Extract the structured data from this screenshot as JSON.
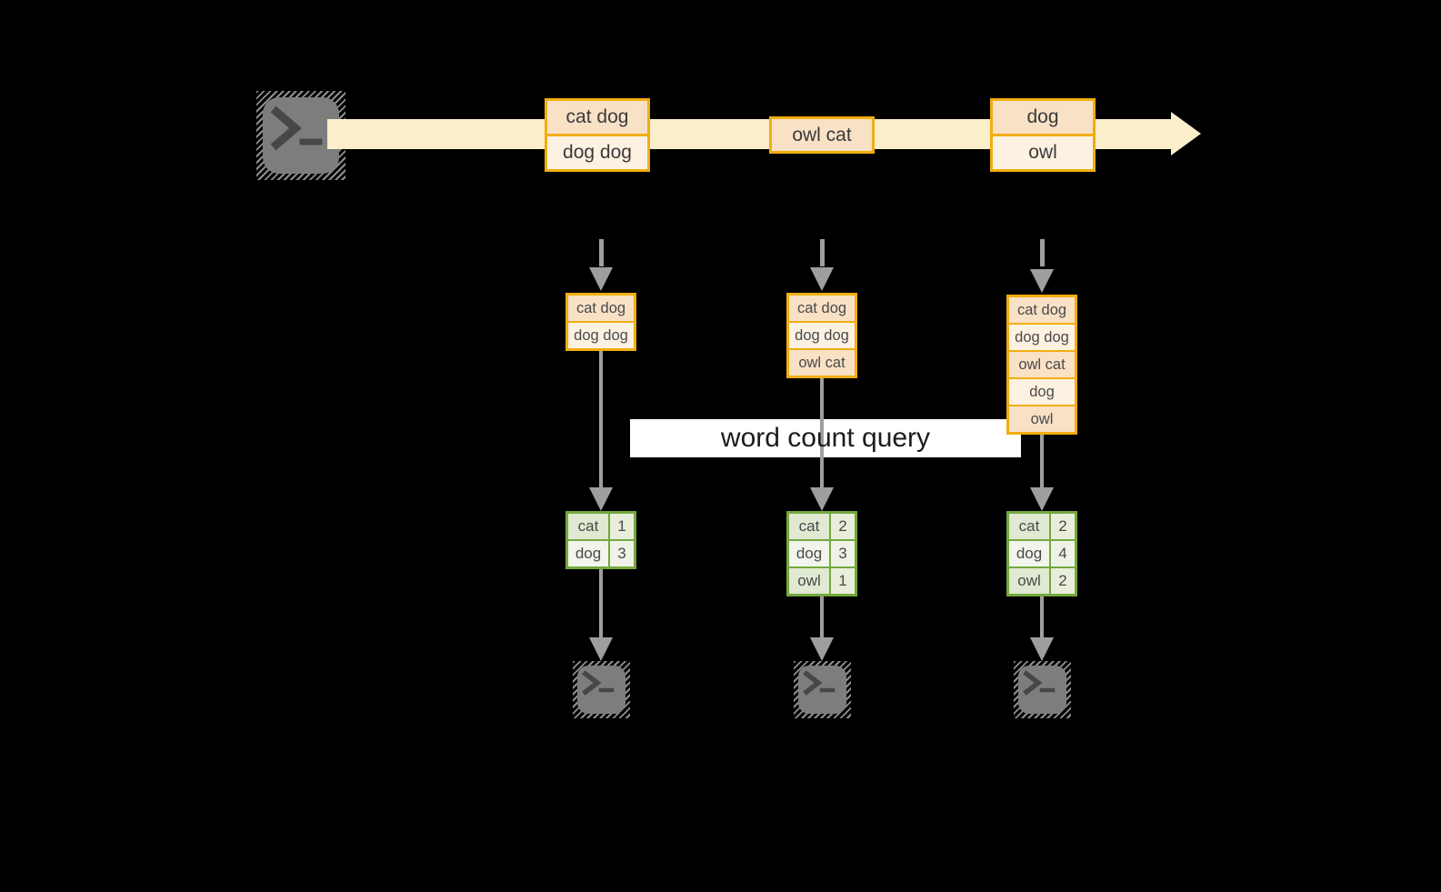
{
  "colors": {
    "background": "#000000",
    "band": "#fbeeca",
    "gold": "#f0ae10",
    "peach": "#f8e1c5",
    "cream": "#fdf2e2",
    "green": "#74a83e",
    "green_label_odd": "#e0e9d2",
    "green_value_odd": "#e8eeda",
    "green_label_even": "#f2f5ec",
    "green_value_even": "#eff3e7",
    "gray": "#9e9e9e",
    "icon_gray": "#7d7d7d",
    "query_bg": "#ffffff",
    "query_text": "#1c1c1c"
  },
  "stream": {
    "source_icon": "terminal-icon",
    "events": [
      {
        "cells": [
          "cat dog",
          "dog dog"
        ]
      },
      {
        "cells": [
          "owl cat"
        ]
      },
      {
        "cells": [
          "dog",
          "owl"
        ]
      }
    ]
  },
  "query": {
    "label": "word count query"
  },
  "columns": [
    {
      "state": [
        "cat dog",
        "dog dog"
      ],
      "counts": {
        "rows": [
          {
            "word": "cat",
            "count": "1"
          },
          {
            "word": "dog",
            "count": "3"
          }
        ]
      }
    },
    {
      "state": [
        "cat dog",
        "dog dog",
        "owl cat"
      ],
      "counts": {
        "rows": [
          {
            "word": "cat",
            "count": "2"
          },
          {
            "word": "dog",
            "count": "3"
          },
          {
            "word": "owl",
            "count": "1"
          }
        ]
      }
    },
    {
      "state": [
        "cat dog",
        "dog dog",
        "owl cat",
        "dog",
        "owl"
      ],
      "counts": {
        "rows": [
          {
            "word": "cat",
            "count": "2"
          },
          {
            "word": "dog",
            "count": "4"
          },
          {
            "word": "owl",
            "count": "2"
          }
        ]
      }
    }
  ]
}
